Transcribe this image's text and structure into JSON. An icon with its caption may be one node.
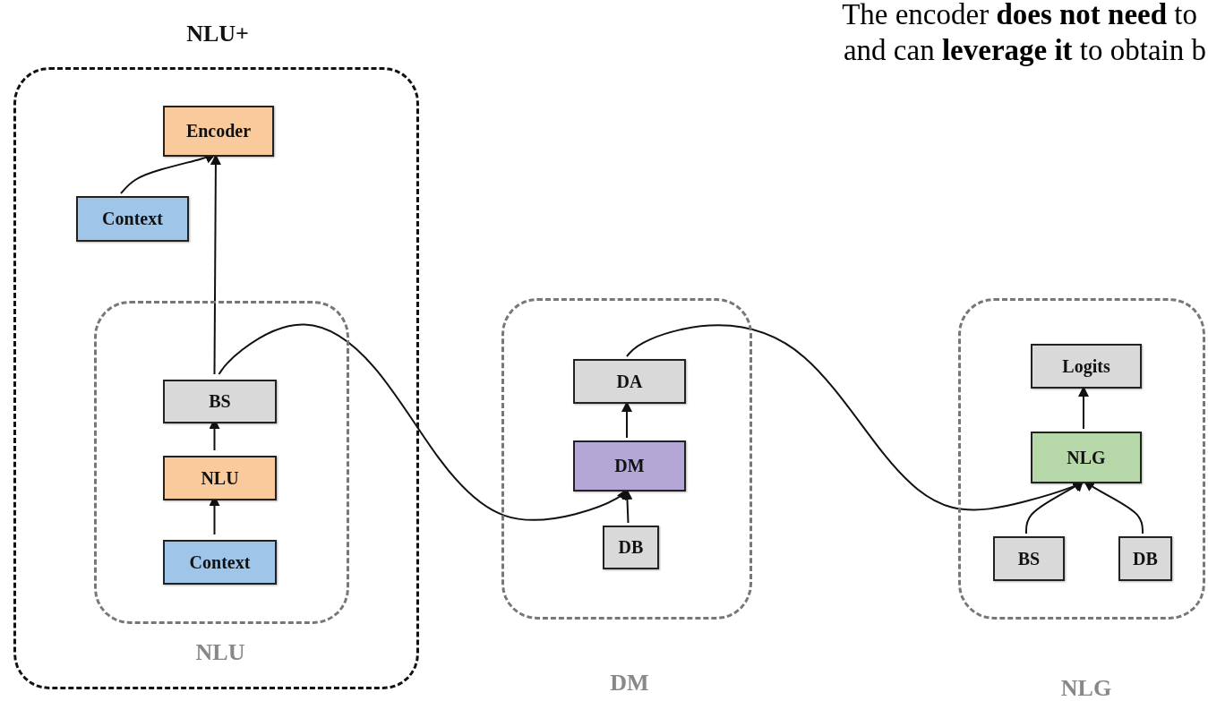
{
  "diagram": {
    "nodes": [
      {
        "text": [
          "NLU+"
        ]
      },
      {
        "text": [
          "Encoder"
        ],
        "in": 0
      },
      {
        "text": [
          "Context"
        ],
        "in": 0
      },
      {
        "text": [
          "NLU"
        ],
        "in": 0
      },
      {
        "text": [
          "BS"
        ],
        "in": 3
      },
      {
        "text": [
          "NLU"
        ],
        "in": 3
      },
      {
        "text": [
          "Context"
        ],
        "in": 3
      },
      {
        "text": [
          "DM"
        ]
      },
      {
        "text": [
          "DA"
        ],
        "in": 7
      },
      {
        "text": [
          "DM"
        ],
        "in": 7
      },
      {
        "text": [
          "DB"
        ],
        "in": 7
      },
      {
        "text": [
          "NLG"
        ]
      },
      {
        "text": [
          "Logits"
        ],
        "in": 11
      },
      {
        "text": [
          "NLG"
        ],
        "in": 11
      },
      {
        "text": [
          "BS"
        ],
        "in": 11
      },
      {
        "text": [
          "DB"
        ],
        "in": 11
      }
    ],
    "edges": [
      {
        "from": 2,
        "to": 1,
        "arrow": "to"
      },
      {
        "from": 4,
        "to": 1,
        "arrow": "to"
      },
      {
        "from": 5,
        "to": 4,
        "arrow": "to"
      },
      {
        "from": 6,
        "to": 5,
        "arrow": "to"
      },
      {
        "from": 4,
        "to": 9,
        "arrow": "to"
      },
      {
        "from": 10,
        "to": 9,
        "arrow": "to"
      },
      {
        "from": 9,
        "to": 8,
        "arrow": "to"
      },
      {
        "from": 8,
        "to": 13,
        "arrow": "to"
      },
      {
        "from": 13,
        "to": 12,
        "arrow": "to"
      },
      {
        "from": 14,
        "to": 13,
        "arrow": "to"
      },
      {
        "from": 15,
        "to": 13,
        "arrow": "to"
      }
    ],
    "labels": [
      "The encoder **does not need** to",
      "and can **leverage it** to obtain b"
    ]
  }
}
